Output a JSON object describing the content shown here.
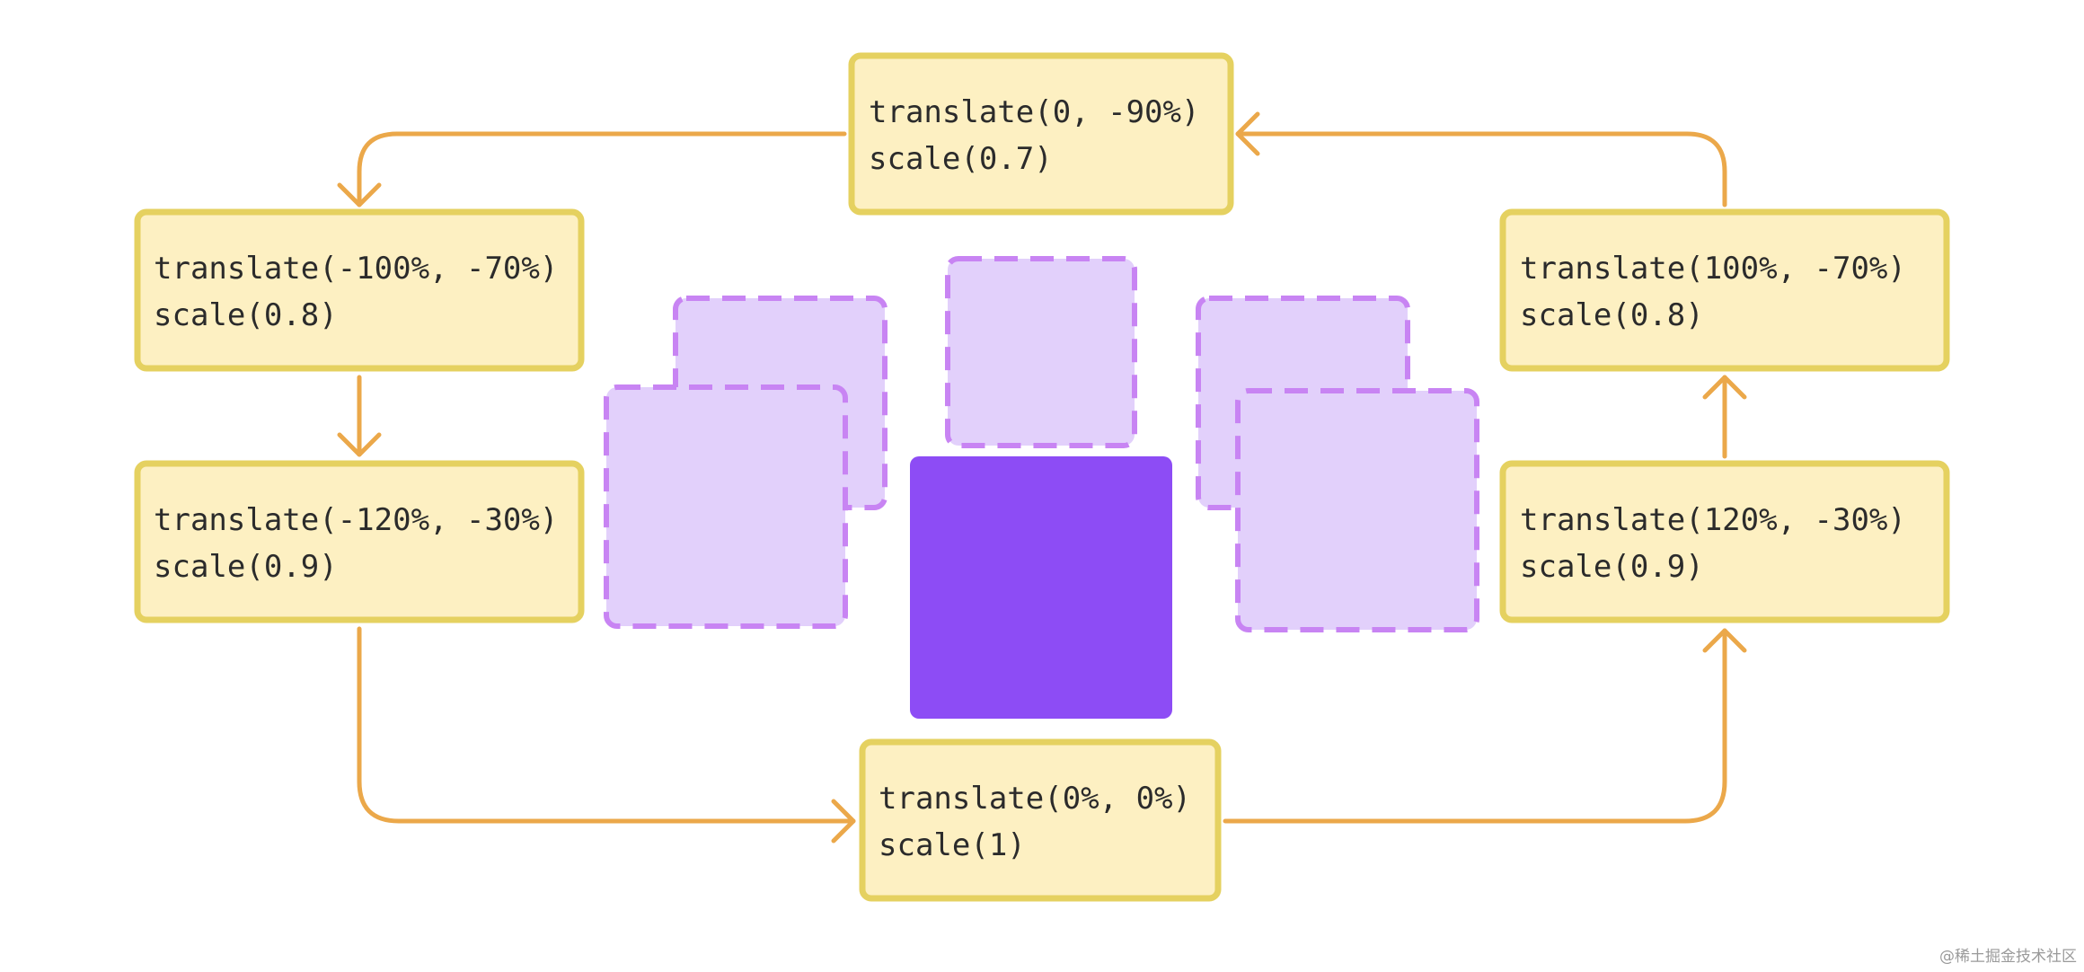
{
  "colors": {
    "box_fill": "#fdf0c2",
    "box_stroke": "#e5d160",
    "arrow": "#eba84a",
    "ghost_fill": "#e2d0fb",
    "ghost_stroke": "#c884f3",
    "solid": "#8d4cf5"
  },
  "nodes": {
    "top": {
      "line1": "translate(0, -90%)",
      "line2": "scale(0.7)"
    },
    "left_upper": {
      "line1": "translate(-100%, -70%)",
      "line2": "scale(0.8)"
    },
    "left_lower": {
      "line1": "translate(-120%, -30%)",
      "line2": "scale(0.9)"
    },
    "bottom": {
      "line1": "translate(0%, 0%)",
      "line2": "scale(1)"
    },
    "right_upper": {
      "line1": "translate(100%, -70%)",
      "line2": "scale(0.8)"
    },
    "right_lower": {
      "line1": "translate(120%, -30%)",
      "line2": "scale(0.9)"
    }
  },
  "watermark": "@稀土掘金技术社区"
}
